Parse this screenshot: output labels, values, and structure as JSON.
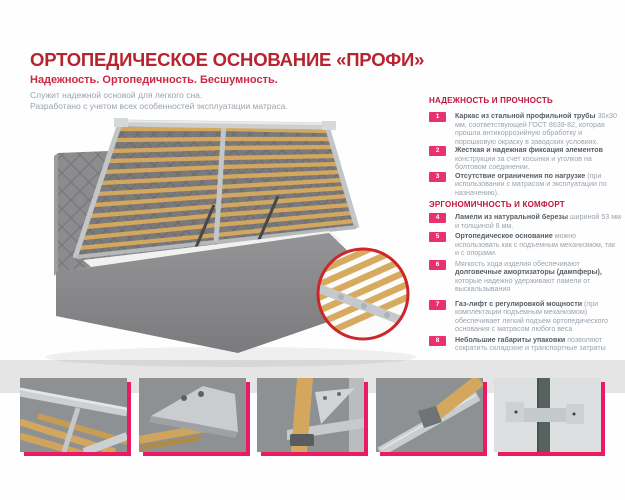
{
  "page": {
    "title": "ОРТОПЕДИЧЕСКОЕ ОСНОВАНИЕ «ПРОФИ»",
    "subtitle": "Надежность. Ортопедичность. Бесшумность.",
    "description_lines": [
      "Служит надежной основой для легкого сна.",
      "Разработано с учетом всех особенностей эксплуатации матраса."
    ]
  },
  "features": {
    "sections": [
      {
        "title": "НАДЕЖНОСТЬ И ПРОЧНОСТЬ",
        "items": [
          {
            "num": "1",
            "pre": "",
            "bold": "Каркас из стальной профильной трубы",
            "rest": " 30х30 мм, соответствующей ГОСТ 8639-82, которая прошла антикоррозийную обработку и порошковую окраску в заводских условиях."
          },
          {
            "num": "2",
            "pre": "",
            "bold": "Жесткая и надежная фиксация элементов",
            "rest": " конструкции за счет косынки и уголков на болтовом соединении."
          },
          {
            "num": "3",
            "pre": "",
            "bold": "Отсутствие ограничения по нагрузке",
            "rest": " (при использовании с матрасом и эксплуатации по назначению)."
          }
        ]
      },
      {
        "title": "ЭРГОНОМИЧНОСТЬ И КОМФОРТ",
        "items": [
          {
            "num": "4",
            "pre": "",
            "bold": "Ламели из натуральной березы",
            "rest": " шириной 53 мм и толщиной 8 мм."
          },
          {
            "num": "5",
            "pre": "",
            "bold": "Ортопедическое основание",
            "rest": " можно использовать как с подъемным механизмом, так и с опорами."
          },
          {
            "num": "6",
            "pre": "Мягкость хода изделия обеспечивают ",
            "bold": "долговечные амортизаторы (дампферы),",
            "rest": " которые надежно удерживают ламели от выскальзывания"
          },
          {
            "num": "7",
            "pre": "",
            "bold": "Газ-лифт с регулировкой мощности",
            "rest": " (при комплектации подъемным механизмом) обеспечивает легкий подъем ортопедического основания с матрасом любого веса"
          },
          {
            "num": "8",
            "pre": "",
            "bold": "Небольшие габариты упаковки",
            "rest": " позволяют сократить складские и транспортные затраты"
          }
        ]
      }
    ]
  },
  "detail_photos": [
    "frame-rail-with-leg",
    "corner-bracket-underside",
    "corner-gusset-with-slat",
    "slat-damper-on-rail",
    "damper-bracket-on-frame"
  ],
  "colors": {
    "title": "#b5242f",
    "subtitle": "#cc2a44",
    "section_header": "#c1143c",
    "badge": "#e8316d",
    "photo_shadow": "#ea1a63",
    "body_text": "#9aa3ad",
    "body_text_bold": "#566069",
    "wood_slat": "#d3a85e",
    "metal_frame": "#c9cdcf",
    "inset_ring": "#cc252c"
  }
}
